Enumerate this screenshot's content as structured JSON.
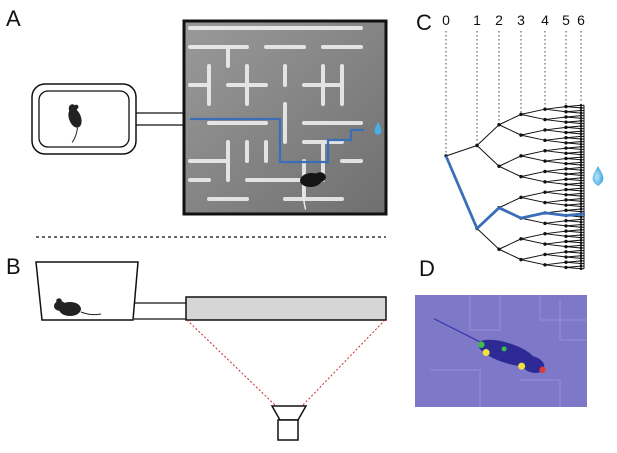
{
  "panels": {
    "a": {
      "letter": "A"
    },
    "b": {
      "letter": "B"
    },
    "c": {
      "letter": "C",
      "levels": [
        "0",
        "1",
        "2",
        "3",
        "4",
        "5",
        "6"
      ]
    },
    "d": {
      "letter": "D"
    }
  },
  "colors": {
    "path_blue": "#3a6fb8",
    "water_blue": "#4aaee6",
    "maze_wall": "#f4f4f4",
    "maze_floor": "#8a8a8a",
    "projection_red": "#cc2a2a",
    "tracking_bg": "#7e78c8",
    "keypoint_green": "#3fbf4a",
    "keypoint_yellow": "#f2e13c",
    "keypoint_red": "#e23a3a"
  },
  "icons": {
    "mouse": "mouse-silhouette-icon",
    "water": "water-drop-icon",
    "camera": "camera-icon"
  }
}
